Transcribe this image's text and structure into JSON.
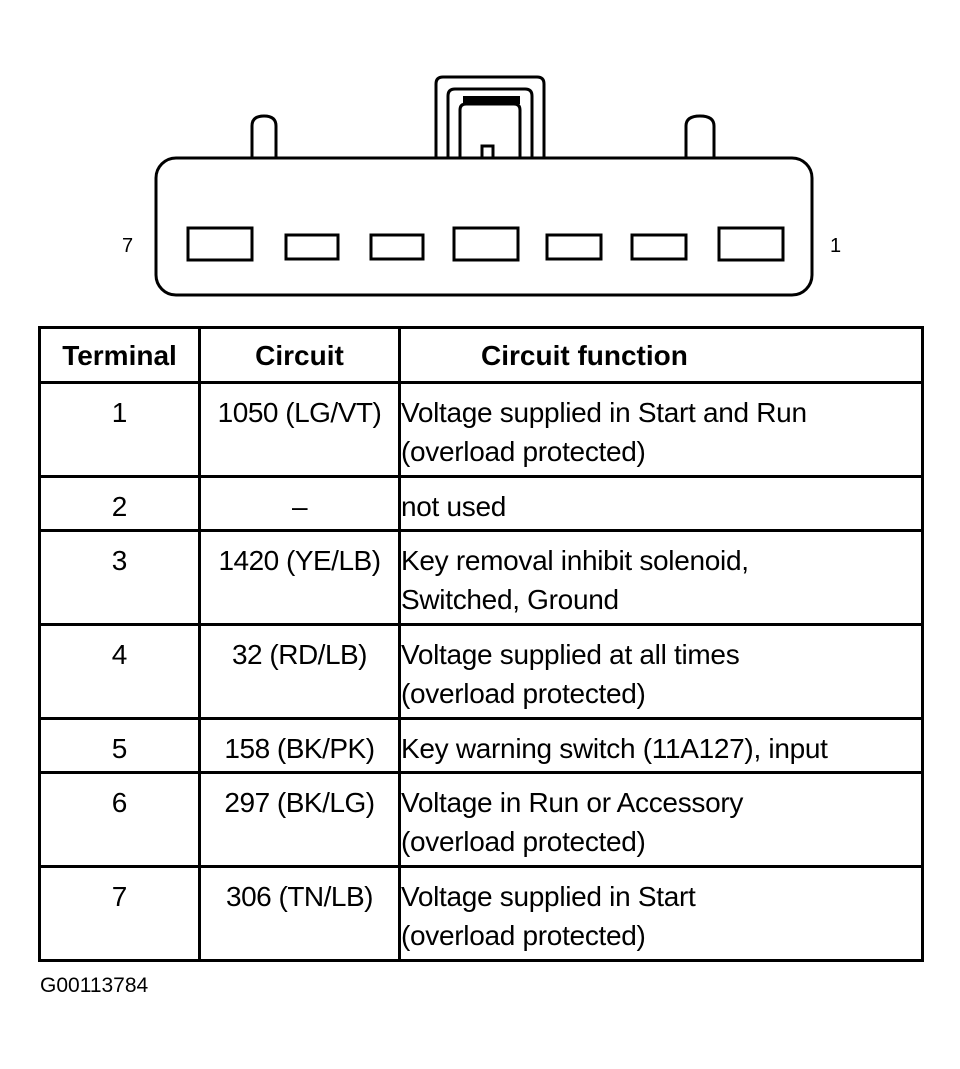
{
  "connector": {
    "pin_left_label": "7",
    "pin_right_label": "1"
  },
  "table": {
    "headers": [
      "Terminal",
      "Circuit",
      "Circuit function"
    ],
    "rows": [
      {
        "terminal": "1",
        "circuit": "1050 (LG/VT)",
        "function": [
          "Voltage supplied in Start and Run",
          "(overload protected)"
        ]
      },
      {
        "terminal": "2",
        "circuit": "–",
        "function": [
          "not used"
        ]
      },
      {
        "terminal": "3",
        "circuit": "1420 (YE/LB)",
        "function": [
          "Key removal inhibit solenoid,",
          "Switched, Ground"
        ]
      },
      {
        "terminal": "4",
        "circuit": "32 (RD/LB)",
        "function": [
          "Voltage supplied at all times",
          "(overload protected)"
        ]
      },
      {
        "terminal": "5",
        "circuit": "158 (BK/PK)",
        "function": [
          "Key warning switch (11A127), input"
        ]
      },
      {
        "terminal": "6",
        "circuit": "297 (BK/LG)",
        "function": [
          "Voltage in Run or Accessory",
          "(overload protected)"
        ]
      },
      {
        "terminal": "7",
        "circuit": "306 (TN/LB)",
        "function": [
          "Voltage supplied in Start",
          "(overload protected)"
        ]
      }
    ]
  },
  "figure_id": "G00113784"
}
